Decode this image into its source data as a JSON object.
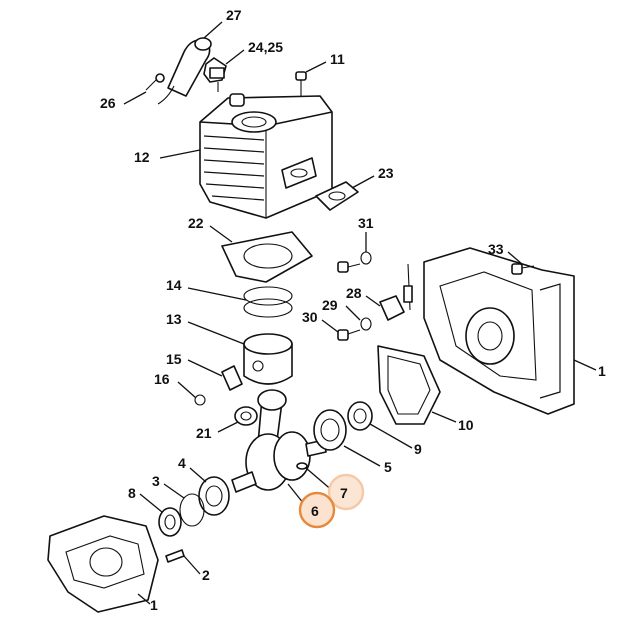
{
  "diagram": {
    "callouts": [
      {
        "id": "c27",
        "text": "27"
      },
      {
        "id": "c2425",
        "text": "24,25"
      },
      {
        "id": "c11",
        "text": "11"
      },
      {
        "id": "c26",
        "text": "26"
      },
      {
        "id": "c12",
        "text": "12"
      },
      {
        "id": "c23",
        "text": "23"
      },
      {
        "id": "c22",
        "text": "22"
      },
      {
        "id": "c31",
        "text": "31"
      },
      {
        "id": "c33",
        "text": "33"
      },
      {
        "id": "c14",
        "text": "14"
      },
      {
        "id": "c28",
        "text": "28"
      },
      {
        "id": "c29",
        "text": "29"
      },
      {
        "id": "c13",
        "text": "13"
      },
      {
        "id": "c30",
        "text": "30"
      },
      {
        "id": "c1top",
        "text": "1"
      },
      {
        "id": "c15",
        "text": "15"
      },
      {
        "id": "c16",
        "text": "16"
      },
      {
        "id": "c10",
        "text": "10"
      },
      {
        "id": "c21",
        "text": "21"
      },
      {
        "id": "c9",
        "text": "9"
      },
      {
        "id": "c4",
        "text": "4"
      },
      {
        "id": "c5",
        "text": "5"
      },
      {
        "id": "c3",
        "text": "3"
      },
      {
        "id": "c7",
        "text": "7"
      },
      {
        "id": "c8",
        "text": "8"
      },
      {
        "id": "c6",
        "text": "6"
      },
      {
        "id": "c2",
        "text": "2"
      },
      {
        "id": "c1bottom",
        "text": "1"
      }
    ],
    "highlight": {
      "selected_color": "#E8883A",
      "selected_fill": "#FBE3D0",
      "faded_color": "#F4C9A8",
      "faded_fill": "#FBE6D6"
    }
  }
}
